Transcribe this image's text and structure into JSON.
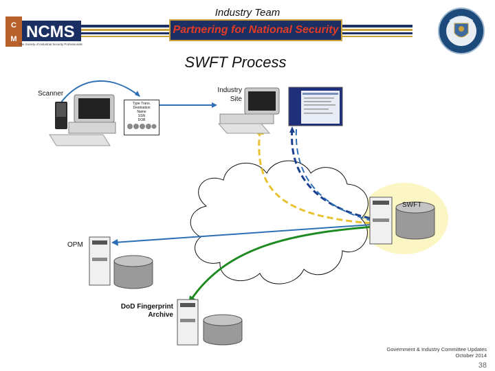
{
  "header": {
    "title": "Industry Team",
    "banner": "Partnering for National Security"
  },
  "ncms_logo": {
    "text": "NCMS",
    "tagline": "The Society of Industrial Security Professionals",
    "letters": [
      "C",
      "M"
    ]
  },
  "main": {
    "title": "SWFT Process"
  },
  "nodes": {
    "scanner": "Scanner",
    "industry_site": [
      "Industry",
      "Site"
    ],
    "swft": "SWFT",
    "opm": "OPM",
    "dod_archive": [
      "DoD Fingerprint",
      "Archive"
    ]
  },
  "card_lines": [
    "Type Trans.",
    "Destination",
    "Name",
    "SSN",
    "DOB"
  ],
  "footer": {
    "line1": "Government & Industry Committee Updates",
    "line2": "October 2014",
    "page": "38"
  },
  "colors": {
    "blue_flow": "#2d6fb5",
    "navy_flow": "#1a3f8f",
    "yellow_flow": "#e8c230",
    "green_flow": "#1e8a22",
    "swft_glow": "#fbf6c3",
    "banner_bg": "#1c2f63",
    "banner_text": "#e33b24"
  }
}
